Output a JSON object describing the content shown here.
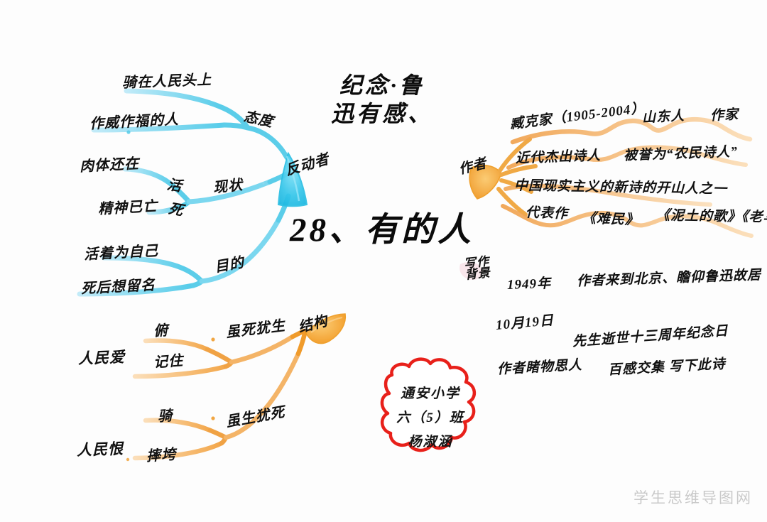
{
  "page": {
    "title": "纪念鲁迅有感",
    "title_lines": [
      "纪念·鲁",
      "迅有感、"
    ],
    "center_title": "28、有的人",
    "watermark": "学生思维导图网"
  },
  "left_branch": {
    "node_label": "反动者",
    "groups": [
      {
        "trunk_label": "态度",
        "leaves": [
          "骑在人民头上",
          "作威作福的人"
        ]
      },
      {
        "trunk_label": "现状",
        "mid": [
          "活",
          "死"
        ],
        "leaves": [
          "肉体还在",
          "精神已亡"
        ]
      },
      {
        "trunk_label": "目的",
        "leaves": [
          "活着为自己",
          "死后想留名"
        ]
      }
    ]
  },
  "bottom_branch": {
    "node_label": "结构",
    "groups": [
      {
        "trunk_label": "虽死犹生",
        "root_label": "人民爱",
        "leaves": [
          "俯",
          "记住"
        ]
      },
      {
        "trunk_label": "虽生犹死",
        "root_label": "人民恨",
        "leaves": [
          "骑",
          "摔垮"
        ]
      }
    ]
  },
  "right_branch": {
    "node_label": "作者",
    "rows": [
      [
        "臧克家（1905-2004）",
        "山东人",
        "作家"
      ],
      [
        "近代杰出诗人",
        "被誉为“农民诗人”"
      ],
      [
        "中国现实主义的新诗的开山人之一"
      ],
      [
        "代表作",
        "《难民》",
        "《泥土的歌》《老马》等"
      ]
    ]
  },
  "background": {
    "node_label": "写作背景",
    "lines": [
      {
        "date": "1949年",
        "text": "作者来到北京、瞻仰鲁迅故居"
      },
      {
        "date": "10月19日",
        "text": "先生逝世十三周年纪念日"
      },
      {
        "date": "作者睹物思人",
        "text": "百感交集 写下此诗"
      }
    ]
  },
  "signature": {
    "lines": [
      "通安小学",
      "六（5）班",
      "杨淑涵"
    ]
  },
  "colors": {
    "blue": "#6fd4ee",
    "blue_light": "#a8e5f5",
    "orange": "#f5a623",
    "orange_light": "#f7c98b",
    "red": "#e8201a",
    "ink": "#111111"
  }
}
